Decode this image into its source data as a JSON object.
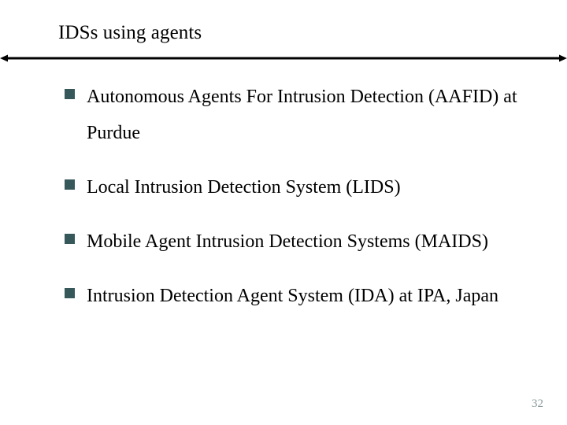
{
  "slide": {
    "title": "IDSs using agents",
    "page_number": "32",
    "background_color": "#ffffff",
    "title_color": "#000000",
    "bullet_marker_color": "#37585a",
    "page_number_color": "#8b9b9c",
    "rule_color": "#000000",
    "rule_icon": "double-headed-horizontal-arrow",
    "bullets": [
      {
        "marker": "square-bullet-icon",
        "text": "Autonomous Agents For Intrusion Detection (AAFID) at Purdue"
      },
      {
        "marker": "square-bullet-icon",
        "text": "Local Intrusion Detection System (LIDS)"
      },
      {
        "marker": "square-bullet-icon",
        "text": "Mobile Agent Intrusion Detection Systems (MAIDS)"
      },
      {
        "marker": "square-bullet-icon",
        "text": "Intrusion Detection Agent System (IDA) at IPA, Japan"
      }
    ]
  }
}
